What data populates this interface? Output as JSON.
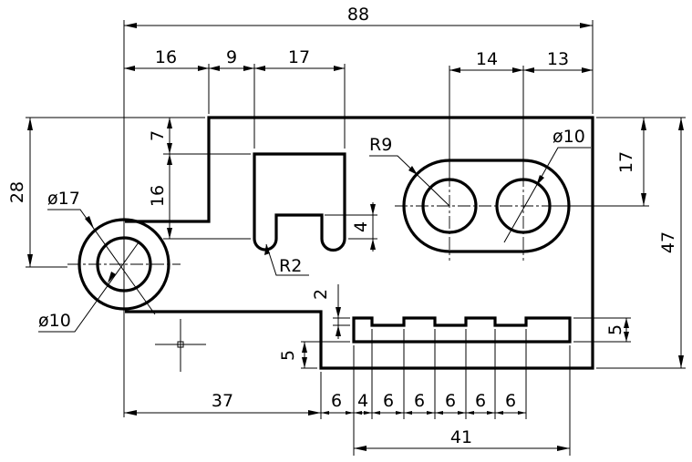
{
  "drawing": {
    "dimensions": {
      "overall_width": "88",
      "left_segment": "16",
      "middle_segment": "9",
      "slot_width": "17",
      "hole_spacing": "14",
      "right_segment": "13",
      "left_height": "28",
      "step_height": "7",
      "slot_depth": "16",
      "notch_depth": "4",
      "right_top_height": "17",
      "overall_height": "47",
      "tooth_height": "2",
      "bar_height_left": "5",
      "bar_height_right": "5",
      "bottom_left": "37",
      "bottom_seg_1": "6",
      "bottom_seg_2": "4",
      "bottom_seg_3": "6",
      "bottom_seg_4": "6",
      "bottom_seg_5": "6",
      "bottom_seg_6": "6",
      "bottom_seg_7": "6",
      "bar_length": "41"
    },
    "callouts": {
      "big_circle_diameter": "ø17",
      "small_circle_diameter": "ø10",
      "slot_fillet": "R2",
      "obround_radius": "R9",
      "right_hole_diameter": "ø10"
    }
  }
}
